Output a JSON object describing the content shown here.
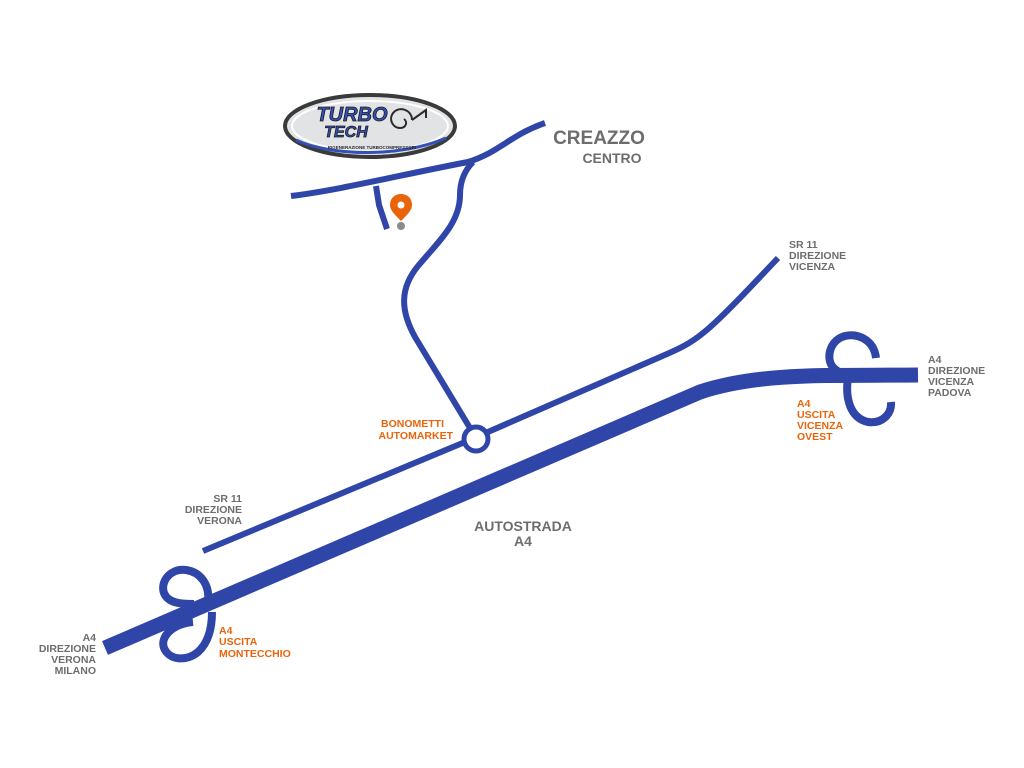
{
  "colors": {
    "road": "#2f46a8",
    "label_gray": "#6d6d6d",
    "label_orange": "#e8650c",
    "pin": "#e8650c",
    "logo_fill": "#e2e3e5",
    "logo_border": "#3a3a3a",
    "logo_blue": "#3550b5"
  },
  "logo": {
    "line1": "TURBO",
    "line2": "TECH",
    "tagline": "RIGENERAZIONE TURBOCOMPRESSORI"
  },
  "markers": [
    {
      "icon": "location-pin-icon"
    }
  ],
  "labels": {
    "creazzo": {
      "title": "CREAZZO",
      "subtitle": "CENTRO"
    },
    "sr11_vicenza": [
      "SR 11",
      "DIREZIONE",
      "VICENZA"
    ],
    "sr11_verona": [
      "SR 11",
      "DIREZIONE",
      "VERONA"
    ],
    "bonometti": [
      "BONOMETTI",
      "AUTOMARKET"
    ],
    "autostrada": [
      "AUTOSTRADA",
      "A4"
    ],
    "a4_vicenza_padova": [
      "A4",
      "DIREZIONE",
      "VICENZA",
      "PADOVA"
    ],
    "a4_uscita_vicenza": [
      "A4",
      "USCITA",
      "VICENZA",
      "OVEST"
    ],
    "a4_verona_milano": [
      "A4",
      "DIREZIONE",
      "VERONA",
      "MILANO"
    ],
    "a4_uscita_montecchio": [
      "A4",
      "USCITA",
      "MONTECCHIO"
    ]
  }
}
